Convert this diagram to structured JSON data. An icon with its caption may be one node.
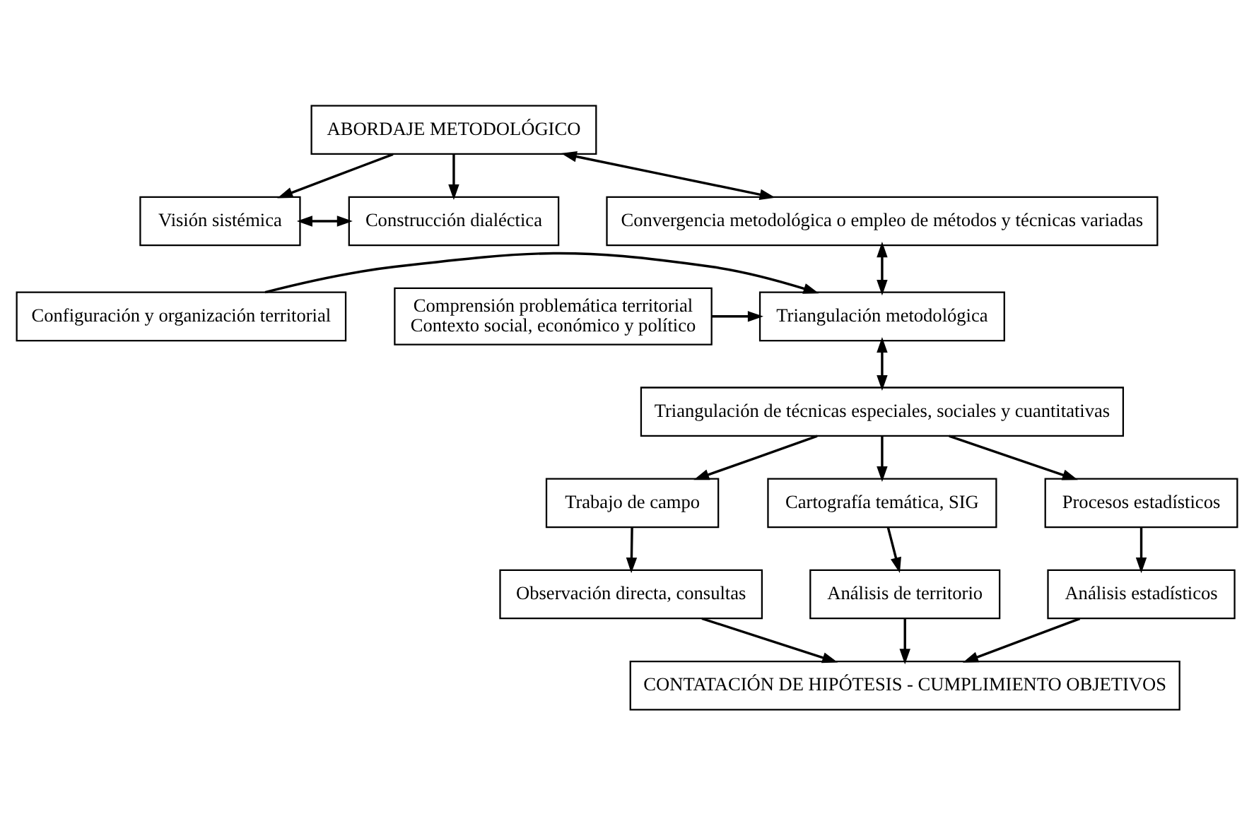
{
  "diagram": {
    "nodes": [
      {
        "text": [
          "ABORDAJE METODOLÓGICO"
        ]
      },
      {
        "text": [
          "Visión sistémica"
        ]
      },
      {
        "text": [
          "Construcción dialéctica"
        ]
      },
      {
        "text": [
          "Convergencia metodológica o empleo de métodos y técnicas variadas"
        ]
      },
      {
        "text": [
          "Triangulación metodológica"
        ]
      },
      {
        "text": [
          "Configuración y organización territorial"
        ]
      },
      {
        "text": [
          "Comprensión problemática territorial",
          "Contexto social, económico y político"
        ]
      },
      {
        "text": [
          "Triangulación de técnicas especiales, sociales y cuantitativas"
        ]
      },
      {
        "text": [
          "Trabajo de campo"
        ]
      },
      {
        "text": [
          "Cartografía temática, SIG"
        ]
      },
      {
        "text": [
          "Procesos estadísticos"
        ]
      },
      {
        "text": [
          "Observación directa, consultas"
        ]
      },
      {
        "text": [
          "Análisis de territorio"
        ]
      },
      {
        "text": [
          "Análisis estadísticos"
        ]
      },
      {
        "text": [
          "CONTATACIÓN DE HIPÓTESIS - CUMPLIMIENTO OBJETIVOS"
        ]
      }
    ],
    "edges": [
      {
        "from": 0,
        "to": 1,
        "arrow": "to"
      },
      {
        "from": 0,
        "to": 2,
        "arrow": "to"
      },
      {
        "from": 1,
        "to": 2,
        "arrow": "both"
      },
      {
        "from": 0,
        "to": 3,
        "arrow": "both"
      },
      {
        "from": 3,
        "to": 4,
        "arrow": "both"
      },
      {
        "from": 5,
        "to": 4,
        "arrow": "to"
      },
      {
        "from": 6,
        "to": 4,
        "arrow": "to"
      },
      {
        "from": 4,
        "to": 7,
        "arrow": "both"
      },
      {
        "from": 7,
        "to": 8,
        "arrow": "to"
      },
      {
        "from": 7,
        "to": 9,
        "arrow": "to"
      },
      {
        "from": 7,
        "to": 10,
        "arrow": "to"
      },
      {
        "from": 8,
        "to": 11,
        "arrow": "to"
      },
      {
        "from": 9,
        "to": 12,
        "arrow": "to"
      },
      {
        "from": 10,
        "to": 13,
        "arrow": "to"
      },
      {
        "from": 11,
        "to": 14,
        "arrow": "to"
      },
      {
        "from": 12,
        "to": 14,
        "arrow": "to"
      },
      {
        "from": 13,
        "to": 14,
        "arrow": "to"
      }
    ]
  }
}
